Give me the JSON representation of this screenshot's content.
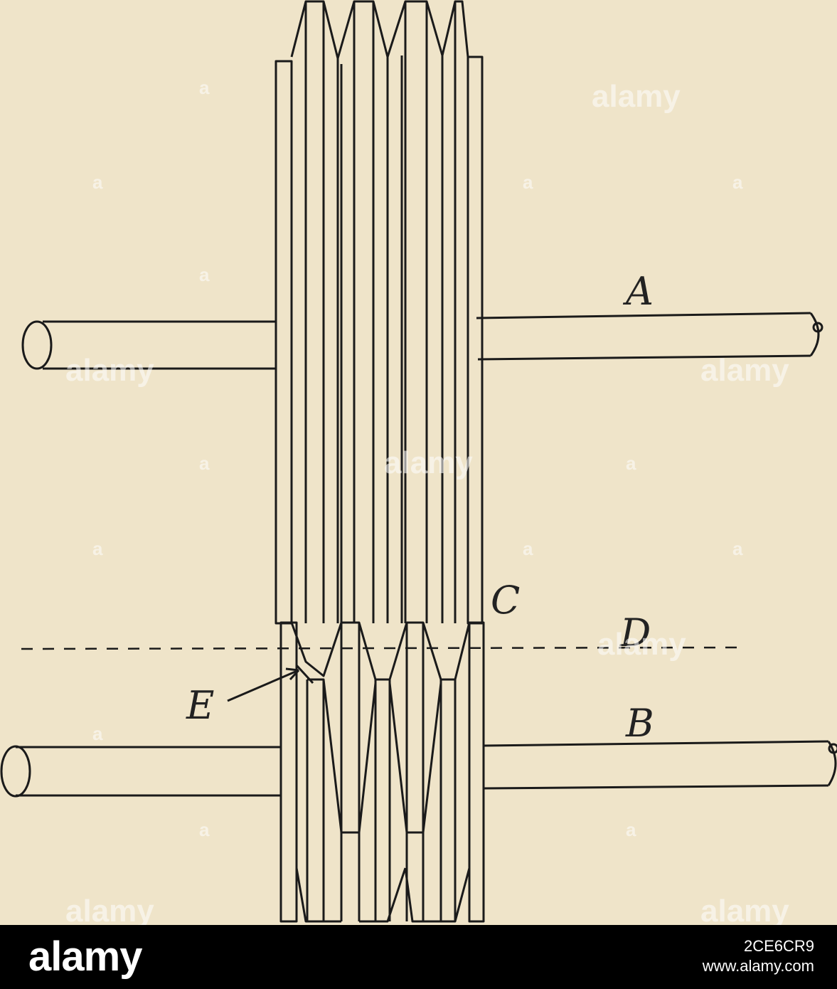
{
  "diagram": {
    "labels": {
      "a": "A",
      "b": "B",
      "c": "C",
      "d": "D",
      "e": "E"
    }
  },
  "watermark": {
    "text": "alamy",
    "small_mark": "a"
  },
  "footer": {
    "logo": "alamy",
    "image_id": "2CE6CR9",
    "url": "www.alamy.com"
  }
}
